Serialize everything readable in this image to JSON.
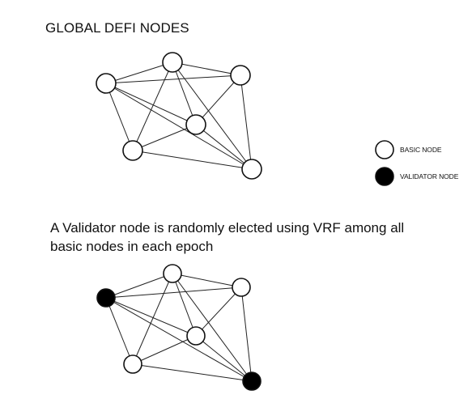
{
  "title": "GLOBAL DEFI NODES",
  "description": "A Validator node is randomly elected using VRF among all basic nodes in each epoch",
  "legend": {
    "basic_label": "BASIC NODE",
    "validator_label": "VALIDATOR NODE"
  },
  "colors": {
    "basic_fill": "#ffffff",
    "validator_fill": "#000000",
    "stroke": "#111111"
  },
  "graphs": [
    {
      "nodes": [
        {
          "id": "n1",
          "type": "basic"
        },
        {
          "id": "n2",
          "type": "basic"
        },
        {
          "id": "n3",
          "type": "basic"
        },
        {
          "id": "n4",
          "type": "basic"
        },
        {
          "id": "n5",
          "type": "basic"
        },
        {
          "id": "n6",
          "type": "basic"
        }
      ]
    },
    {
      "nodes": [
        {
          "id": "n1",
          "type": "validator"
        },
        {
          "id": "n2",
          "type": "basic"
        },
        {
          "id": "n3",
          "type": "basic"
        },
        {
          "id": "n4",
          "type": "basic"
        },
        {
          "id": "n5",
          "type": "basic"
        },
        {
          "id": "n6",
          "type": "validator"
        }
      ]
    }
  ],
  "edges": [
    [
      "n1",
      "n2"
    ],
    [
      "n1",
      "n3"
    ],
    [
      "n1",
      "n4"
    ],
    [
      "n1",
      "n5"
    ],
    [
      "n1",
      "n6"
    ],
    [
      "n2",
      "n3"
    ],
    [
      "n2",
      "n4"
    ],
    [
      "n2",
      "n5"
    ],
    [
      "n2",
      "n6"
    ],
    [
      "n3",
      "n4"
    ],
    [
      "n3",
      "n6"
    ],
    [
      "n4",
      "n5"
    ],
    [
      "n4",
      "n6"
    ],
    [
      "n5",
      "n6"
    ]
  ]
}
